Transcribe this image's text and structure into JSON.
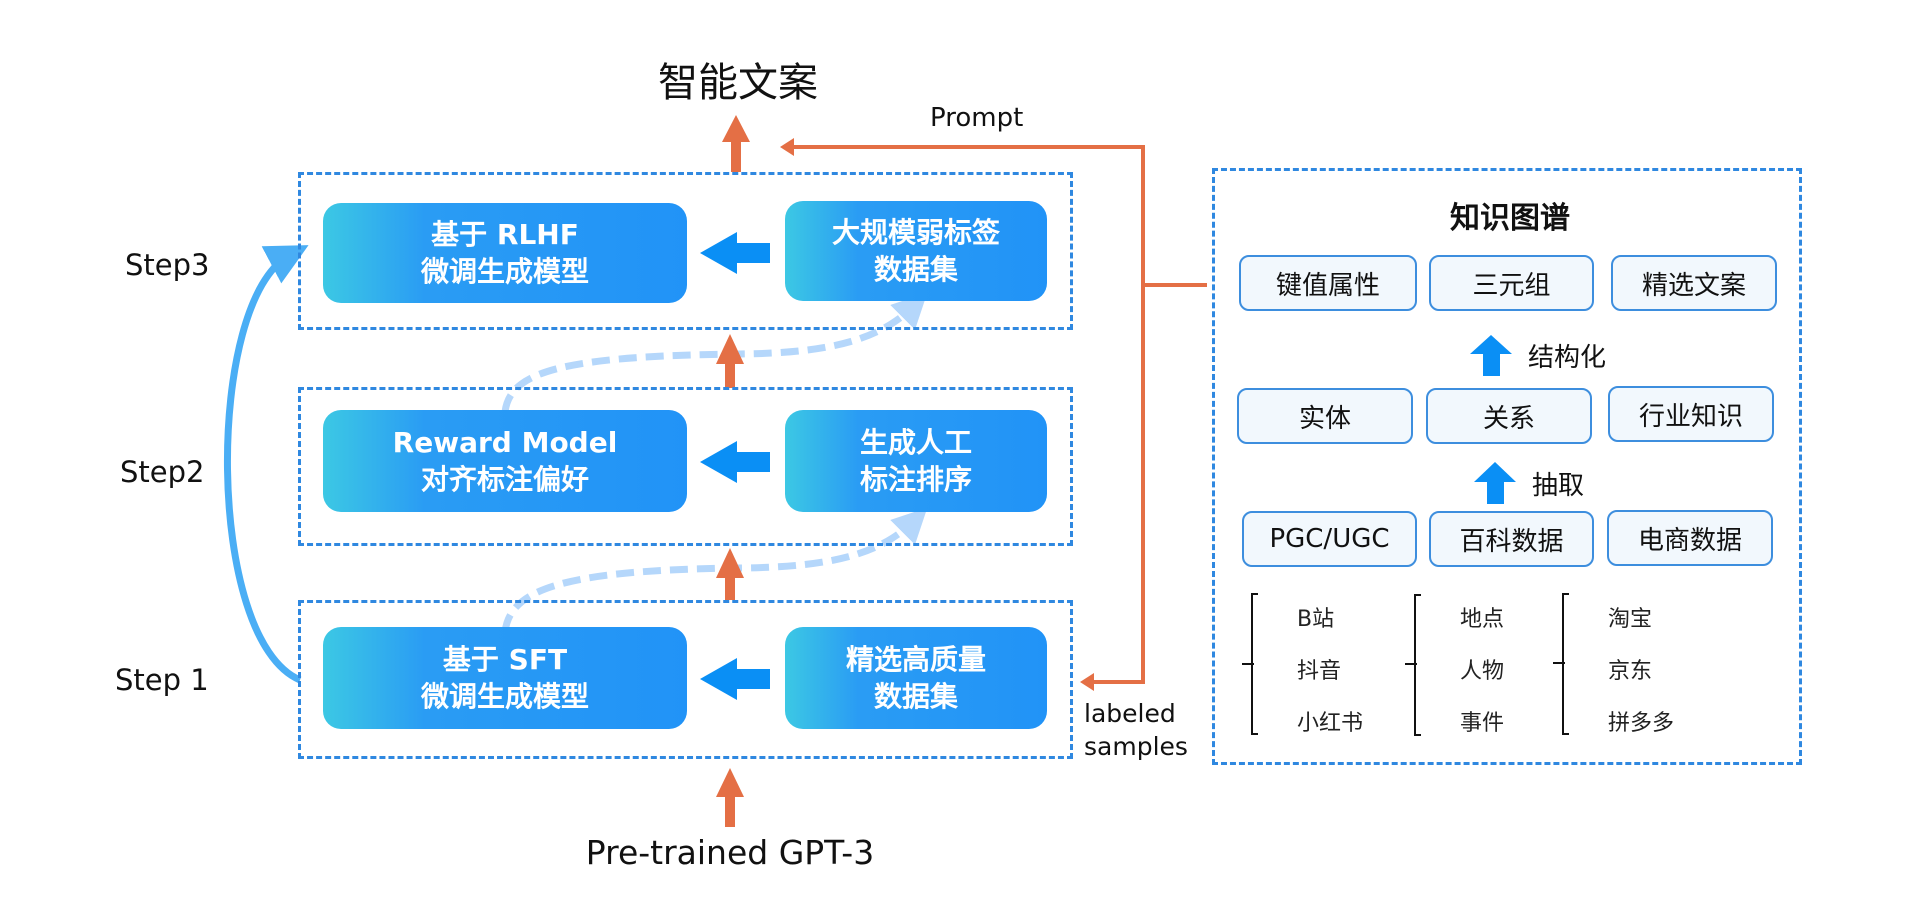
{
  "colors": {
    "dash_blue": "#2f88e0",
    "box_gradient_start": "#3cc8e4",
    "box_gradient_end": "#2193f7",
    "arrow_blue": "#0a8ff5",
    "curve_blue": "#4aaef5",
    "dashed_curve_blue": "#b5d7fb",
    "orange": "#e46f45",
    "kg_cell_fill": "#f2f8fd",
    "kg_cell_border": "#3d8ede"
  },
  "output_title": "智能文案",
  "input_label": "Pre-trained GPT-3",
  "prompt_label": "Prompt",
  "labeled_samples_label": [
    "labeled",
    "samples"
  ],
  "steps": [
    {
      "label": "Step3",
      "model_box": [
        "基于 RLHF",
        "微调生成模型"
      ],
      "data_box": [
        "大规模弱标签",
        "数据集"
      ]
    },
    {
      "label": "Step2",
      "model_box": [
        "Reward Model",
        "对齐标注偏好"
      ],
      "data_box": [
        "生成人工",
        "标注排序"
      ]
    },
    {
      "label": "Step 1",
      "model_box": [
        "基于 SFT",
        "微调生成模型"
      ],
      "data_box": [
        "精选高质量",
        "数据集"
      ]
    }
  ],
  "knowledge_graph": {
    "title": "知识图谱",
    "top_row": [
      "键值属性",
      "三元组",
      "精选文案"
    ],
    "structure_label": "结构化",
    "middle_row": [
      "实体",
      "关系",
      "行业知识"
    ],
    "extract_label": "抽取",
    "bottom_row": [
      "PGC/UGC",
      "百科数据",
      "电商数据"
    ],
    "sources": [
      [
        "B站",
        "抖音",
        "小红书"
      ],
      [
        "地点",
        "人物",
        "事件"
      ],
      [
        "淘宝",
        "京东",
        "拼多多"
      ]
    ]
  }
}
